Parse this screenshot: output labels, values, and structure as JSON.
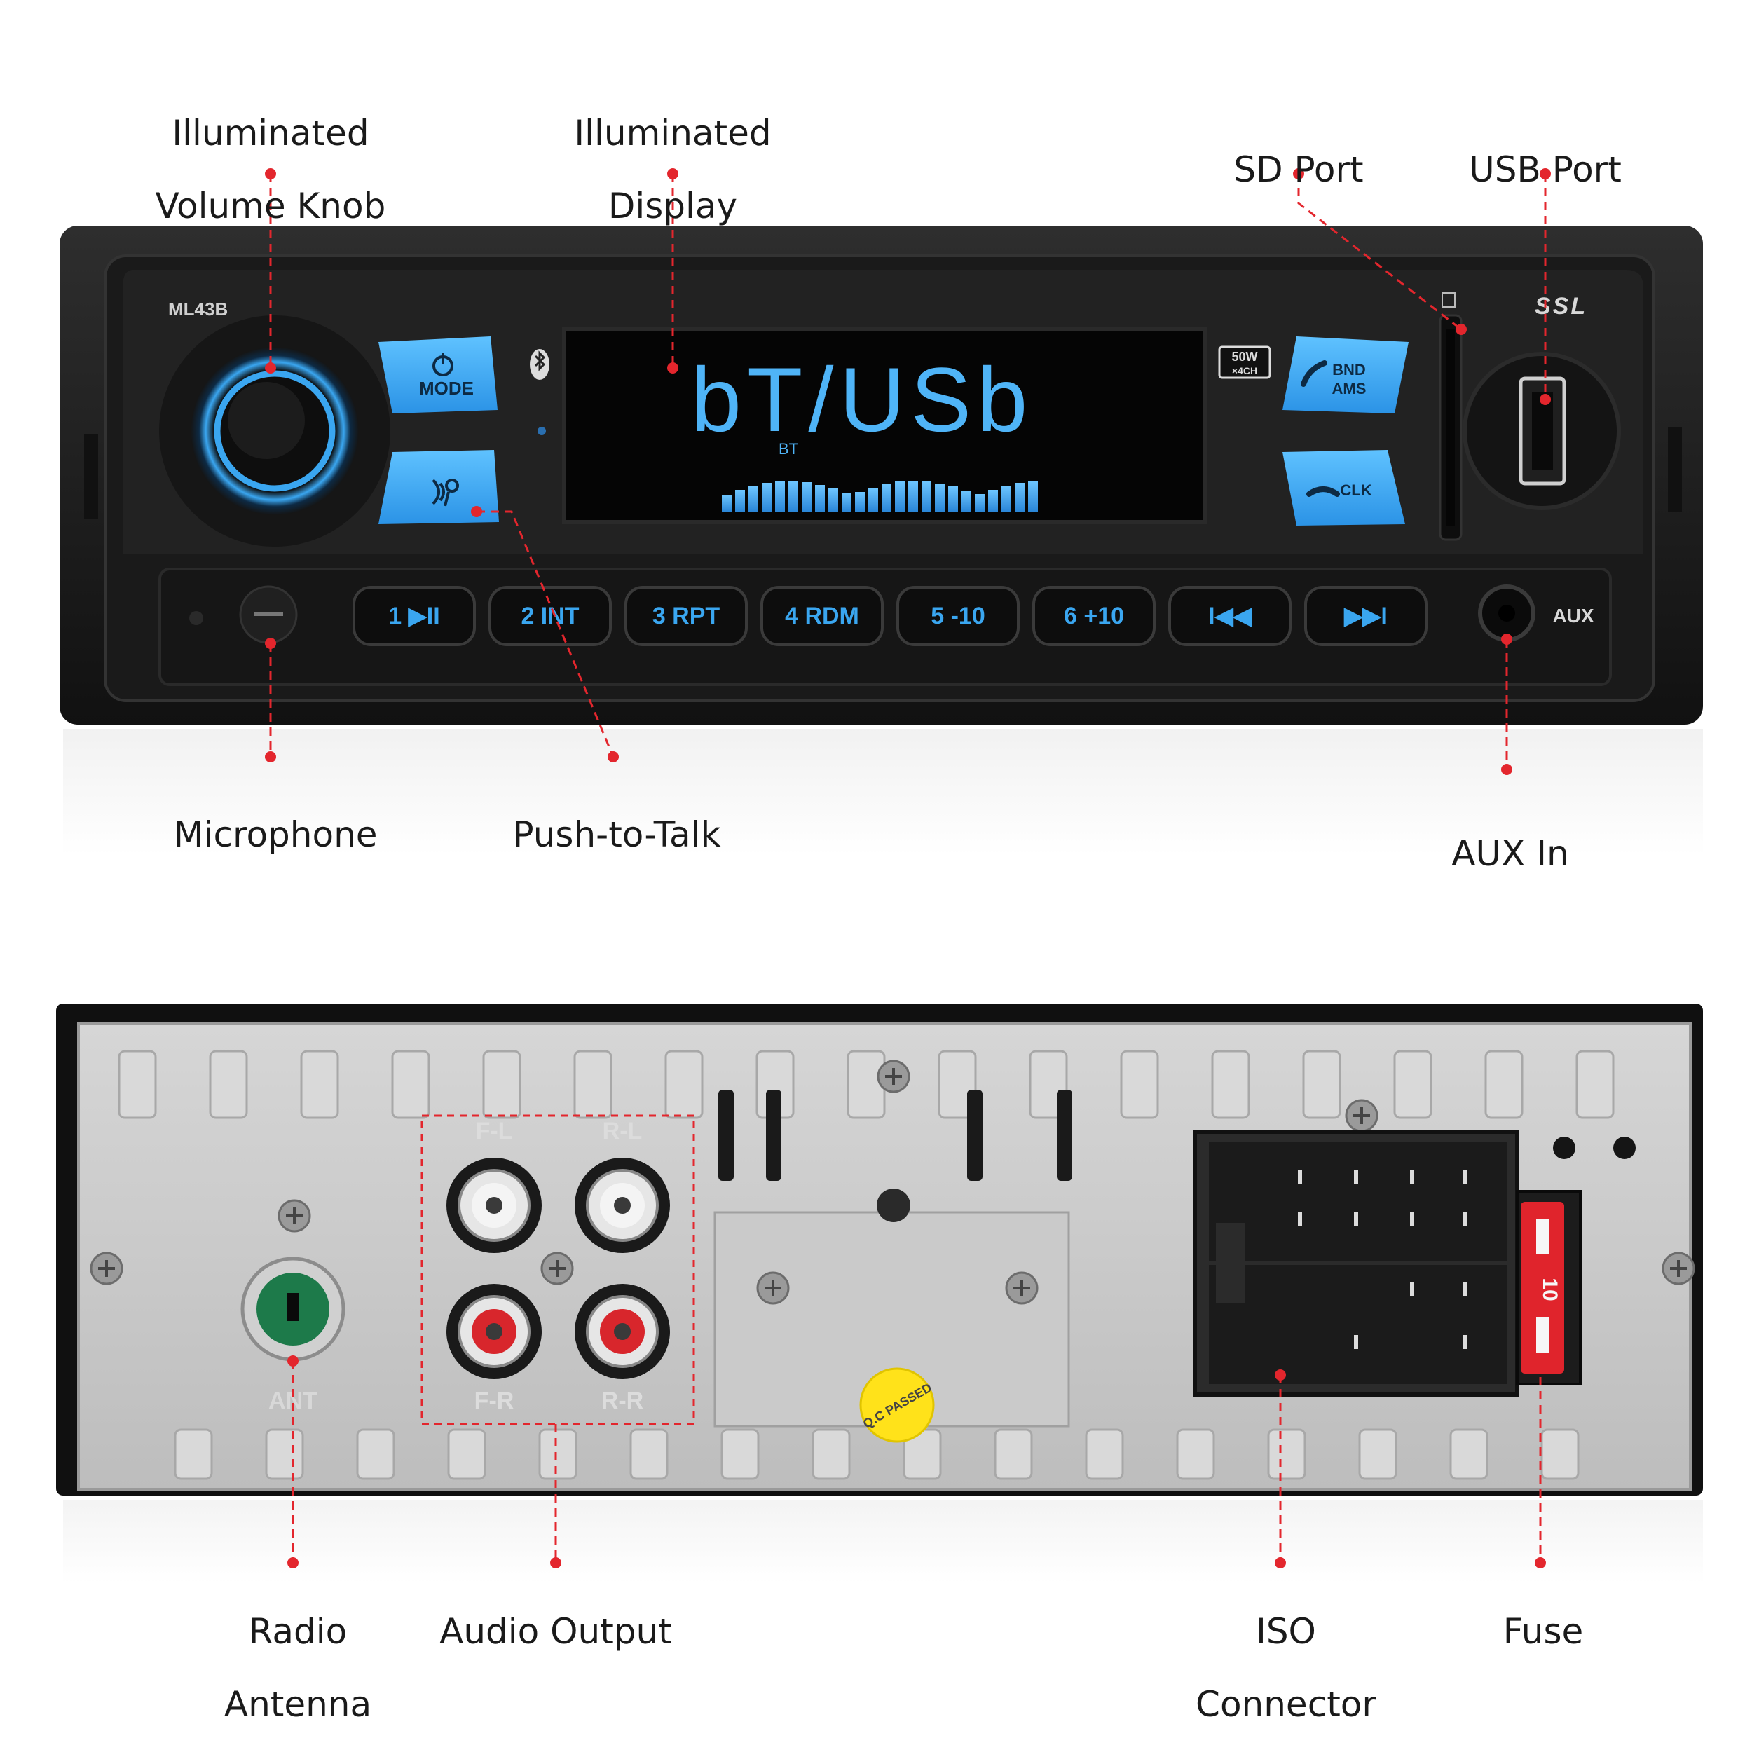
{
  "callouts": {
    "volume_knob": [
      "Illuminated",
      "Volume Knob"
    ],
    "display": [
      "Illuminated",
      "Display"
    ],
    "sd_port": "SD Port",
    "usb_port": "USB Port",
    "microphone": "Microphone",
    "push_to_talk": "Push-to-Talk",
    "aux_in": "AUX In",
    "radio_antenna": [
      "Radio",
      "Antenna"
    ],
    "audio_output": "Audio Output",
    "iso_connector": [
      "ISO",
      "Connector"
    ],
    "fuse": "Fuse"
  },
  "front_panel": {
    "model": "ML43B",
    "brand": "SSL",
    "mode_label": "MODE",
    "bnd_label": "BND",
    "ams_label": "AMS",
    "clk_label": "CLK",
    "power_badge_top": "50W",
    "power_badge_bottom": "×4CH",
    "display_text": "bT/USb",
    "display_sub": "BT",
    "aux_label": "AUX",
    "preset_buttons": [
      "1 ▶II",
      "2 INT",
      "3 RPT",
      "4 RDM",
      "5 -10",
      "6 +10",
      "I◀◀",
      "▶▶I"
    ]
  },
  "rear_panel": {
    "jack_labels": [
      "F-L",
      "R-L",
      "F-R",
      "R-R"
    ],
    "antenna_label": "ANT",
    "qc_sticker": "Q.C PASSED",
    "fuse_rating": "10"
  },
  "colors": {
    "accent_blue": "#3aa6f0",
    "callout_red": "#e3262d",
    "body_black": "#1d1d1d",
    "chassis_silver": "#c9c9c9",
    "rca_red": "#d8262c",
    "antenna_green": "#1d7a4a"
  }
}
